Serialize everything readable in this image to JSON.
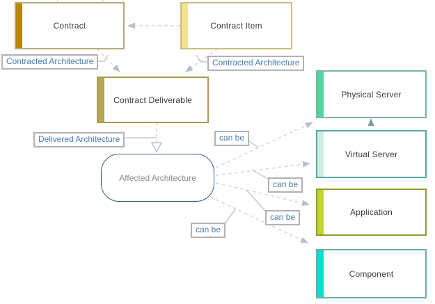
{
  "diagram": {
    "entities": [
      {
        "id": "contract",
        "label": "Contract",
        "stripe_color": "#b8860b",
        "border_color": "#b5ab80"
      },
      {
        "id": "contract-item",
        "label": "Contract Item",
        "stripe_color": "#f2e391",
        "border_color": "#c9bf82"
      },
      {
        "id": "contract-deliverable",
        "label": "Contract Deliverable",
        "stripe_color": "#b5a84e",
        "border_color": "#a79b52"
      },
      {
        "id": "affected-architecture",
        "label": "Affected Architecture",
        "border_color": "#2d5d86"
      },
      {
        "id": "physical-server",
        "label": "Physical Server",
        "stripe_color": "#55d2a2",
        "border_color": "#79b89f"
      },
      {
        "id": "virtual-server",
        "label": "Virtual Server",
        "stripe_color": "#cdeee4",
        "border_color": "#58a99e"
      },
      {
        "id": "application",
        "label": "Application",
        "stripe_color": "#c2d32c",
        "border_color": "#909b31"
      },
      {
        "id": "component",
        "label": "Component",
        "stripe_color": "#08ded2",
        "border_color": "#6badab"
      }
    ],
    "edge_labels": {
      "contracted_1": "Contracted Architecture",
      "contracted_2": "Contracted Architecture",
      "delivered": "Delivered Architecture",
      "can_be_1": "can be",
      "can_be_2": "can be",
      "can_be_3": "can be",
      "can_be_4": "can be"
    },
    "connector_colors": {
      "dash_line": "#d2d8df",
      "arrowhead": "#b5c1d1",
      "open_arrowhead_stroke": "#b9c3cd",
      "label_line": "#c8c8c8",
      "solid_up_arrow": "#8494a9",
      "edge_label_text": "#4a7cb0"
    }
  }
}
